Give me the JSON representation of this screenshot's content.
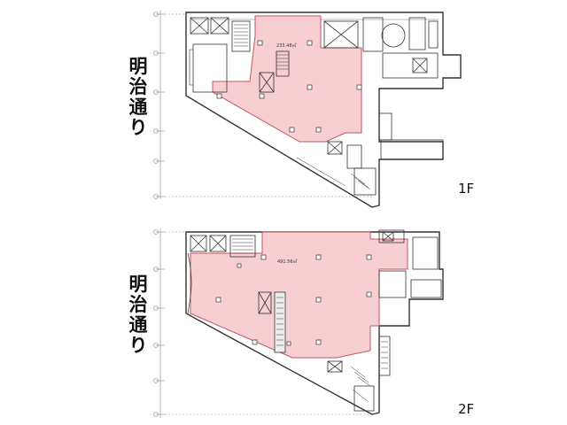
{
  "street": {
    "chars": [
      "明",
      "治",
      "通",
      "り"
    ]
  },
  "floors": [
    {
      "label": "1F",
      "area_text": "233.48㎡"
    },
    {
      "label": "2F",
      "area_text": "491.56㎡"
    }
  ],
  "colors": {
    "rent_area_fill": "#f7cfd2",
    "rent_area_stroke": "#c0565f",
    "wall": "#333333",
    "light_line": "#777777",
    "dim_line": "#888888",
    "background": "#ffffff"
  }
}
